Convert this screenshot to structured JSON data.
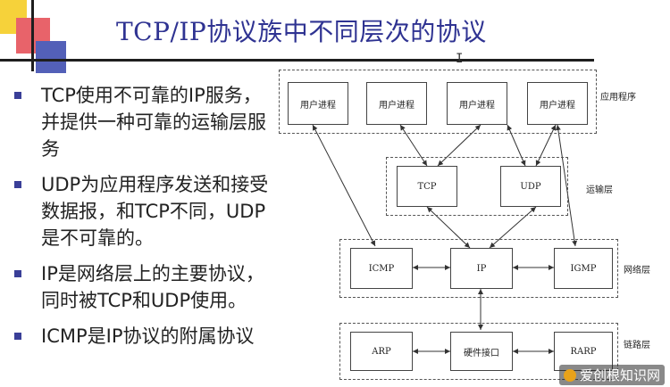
{
  "slide": {
    "title": "TCP/IP协议族中不同层次的协议",
    "bullets": [
      "TCP使用不可靠的IP服务，并提供一种可靠的运输层服务",
      "UDP为应用程序发送和接受数据报，和TCP不同，UDP是不可靠的。",
      "IP是网络层上的主要协议，同时被TCP和UDP使用。",
      "ICMP是IP协议的附属协议"
    ]
  },
  "diagram": {
    "layers": {
      "application": "应用程序",
      "transport": "运输层",
      "network": "网络层",
      "link": "链路层"
    },
    "app_boxes": [
      "用户进程",
      "用户进程",
      "用户进程",
      "用户进程"
    ],
    "transport_boxes": [
      "TCP",
      "UDP"
    ],
    "network_boxes": [
      "ICMP",
      "IP",
      "IGMP"
    ],
    "link_boxes": [
      "ARP",
      "硬件接口",
      "RARP"
    ]
  },
  "watermark": "爱创根知识网",
  "colors": {
    "title": "#2f3392",
    "bullet_marker": "#3a3f98"
  }
}
